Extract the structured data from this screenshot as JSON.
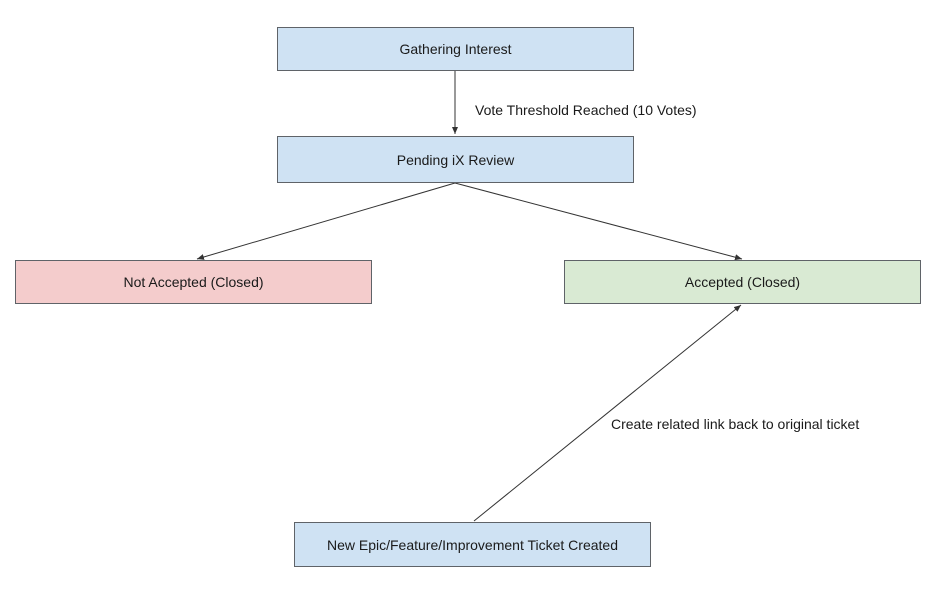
{
  "nodes": {
    "gathering": {
      "label": "Gathering Interest",
      "fill": "#cfe2f3"
    },
    "pending": {
      "label": "Pending iX Review",
      "fill": "#cfe2f3"
    },
    "not_accepted": {
      "label": "Not Accepted (Closed)",
      "fill": "#f4cccc"
    },
    "accepted": {
      "label": "Accepted (Closed)",
      "fill": "#d9ead3"
    },
    "new_ticket": {
      "label": "New Epic/Feature/Improvement Ticket Created",
      "fill": "#cfe2f3"
    }
  },
  "edges": {
    "vote_threshold": {
      "label": "Vote Threshold Reached (10 Votes)"
    },
    "related_link": {
      "label": "Create related link back to original ticket"
    }
  },
  "colors": {
    "border": "#5f6368",
    "arrow": "#333333"
  }
}
